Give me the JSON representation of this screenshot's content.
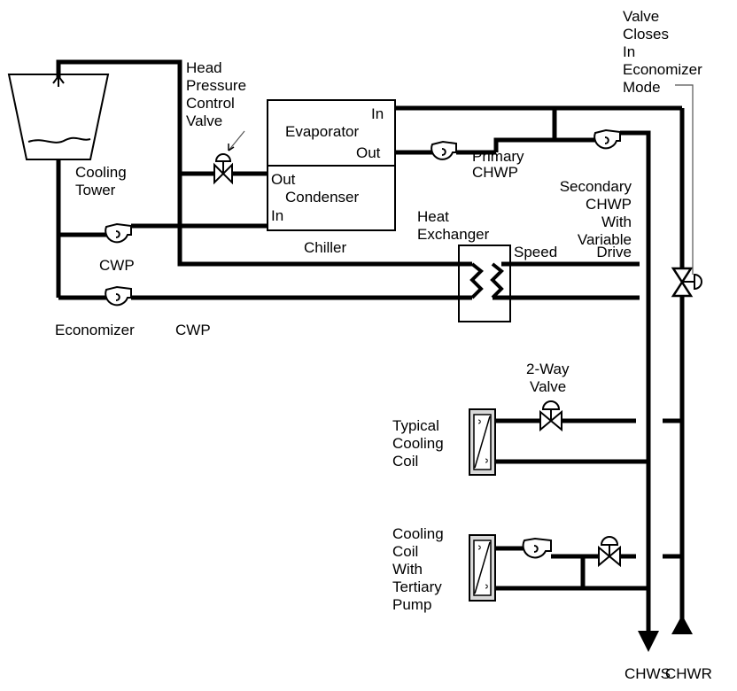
{
  "labels": {
    "cooling_tower": [
      "Cooling",
      "Tower"
    ],
    "head_pressure_valve": [
      "Head",
      "Pressure",
      "Control",
      "Valve"
    ],
    "evaporator": "Evaporator",
    "evap_in": "In",
    "evap_out": "Out",
    "condenser": "Condenser",
    "cond_out": "Out",
    "cond_in": "In",
    "chiller": "Chiller",
    "primary_chwp": [
      "Primary",
      "CHWP"
    ],
    "cwp": "CWP",
    "economizer": "Economizer",
    "economizer_cwp": "CWP",
    "heat_exchanger": [
      "Heat",
      "Exchanger"
    ],
    "secondary_chwp": [
      "Secondary",
      "CHWP",
      "With",
      "Variable"
    ],
    "speed": "Speed",
    "drive": "Drive",
    "valve_closes": [
      "Valve",
      "Closes",
      "In",
      "Economizer",
      "Mode"
    ],
    "two_way_valve": [
      "2-Way",
      "Valve"
    ],
    "typical_coil": [
      "Typical",
      "Cooling",
      "Coil"
    ],
    "tertiary_coil": [
      "Cooling",
      "Coil",
      "With",
      "Tertiary",
      "Pump"
    ],
    "chws": "CHWS",
    "chwr": "CHWR"
  },
  "colors": {
    "line": "#000000",
    "coil_fill": "#d9d9d9",
    "leader": "#555555"
  }
}
